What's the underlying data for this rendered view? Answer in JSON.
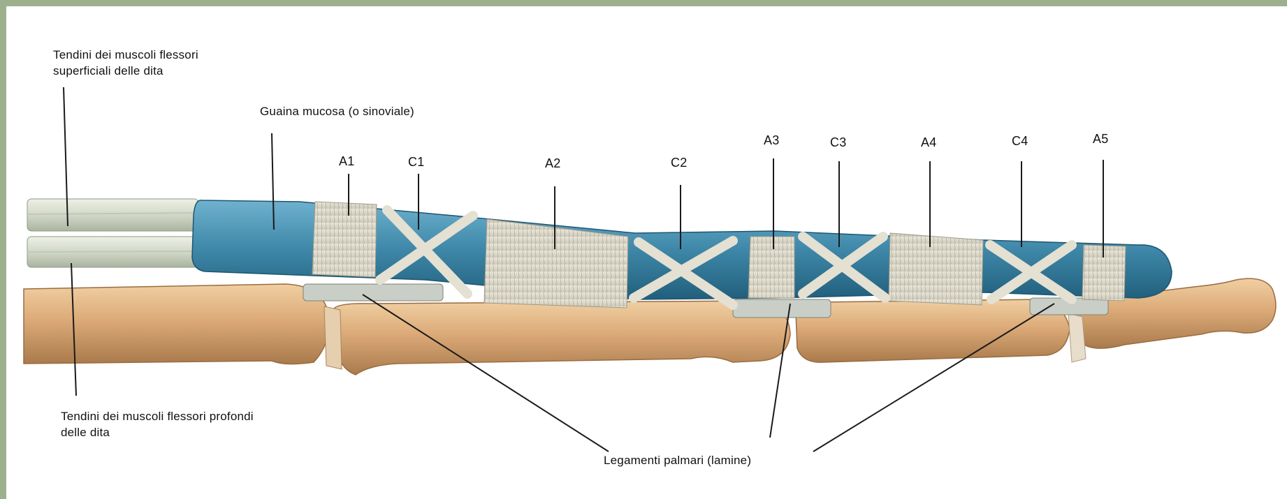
{
  "labels": {
    "superficial_tendons": [
      "Tendini dei muscoli flessori",
      "superficiali delle dita"
    ],
    "synovial_sheath": "Guaina mucosa (o sinoviale)",
    "deep_tendons": [
      "Tendini dei muscoli flessori profondi",
      "delle dita"
    ],
    "palmar_ligaments": "Legamenti palmari (lamine)",
    "pulleys": {
      "A1": "A1",
      "C1": "C1",
      "A2": "A2",
      "C2": "C2",
      "A3": "A3",
      "C3": "C3",
      "A4": "A4",
      "C4": "C4",
      "A5": "A5"
    }
  },
  "colors": {
    "frame": "#9cb08e",
    "background": "#ffffff",
    "sheath_blue": "#3f87a8",
    "bone": "#d9a978",
    "ligament": "#e6e2d4",
    "line": "#1a1a1a"
  }
}
